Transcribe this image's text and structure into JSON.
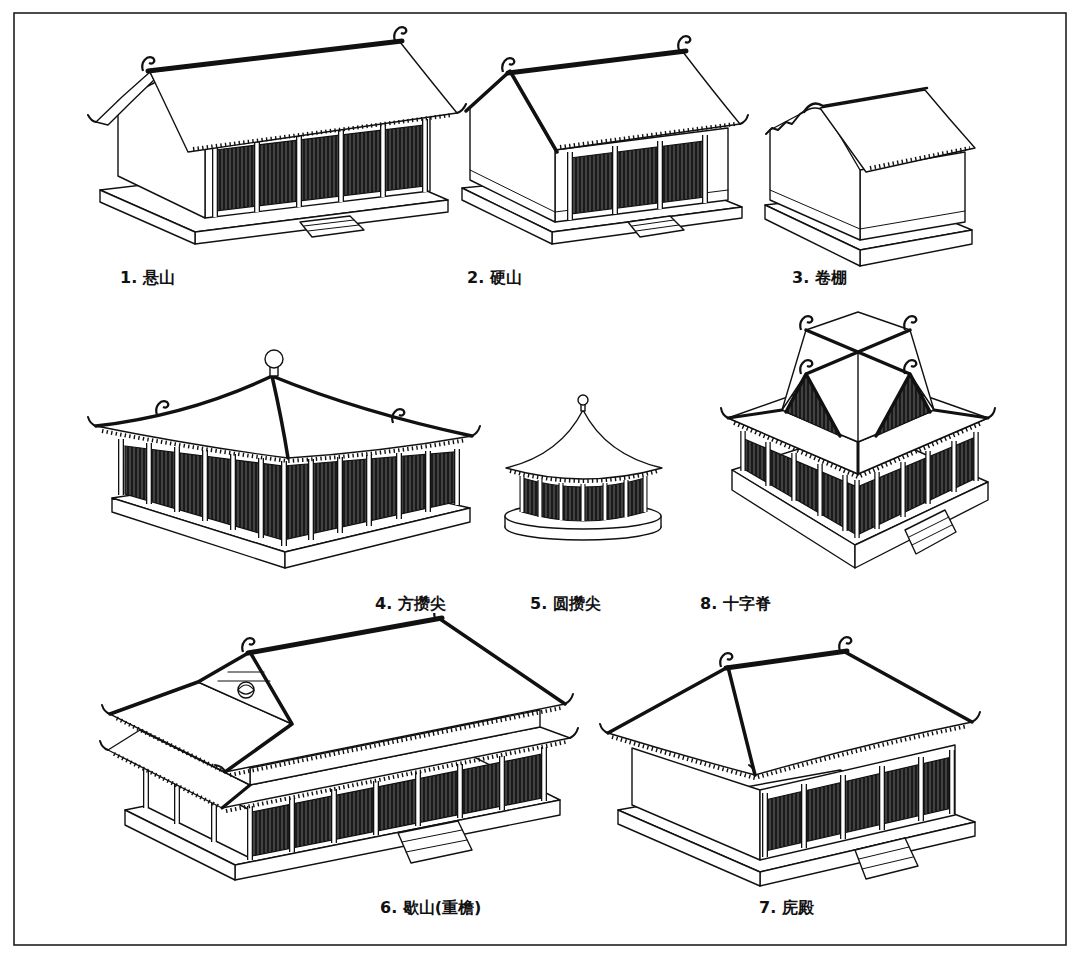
{
  "diagram": {
    "labels": [
      "1. 悬山",
      "2. 硬山",
      "3. 卷棚",
      "4. 方攒尖",
      "5. 圆攒尖",
      "8. 十字脊",
      "6. 歇山(重檐)",
      "7. 庑殿"
    ]
  }
}
